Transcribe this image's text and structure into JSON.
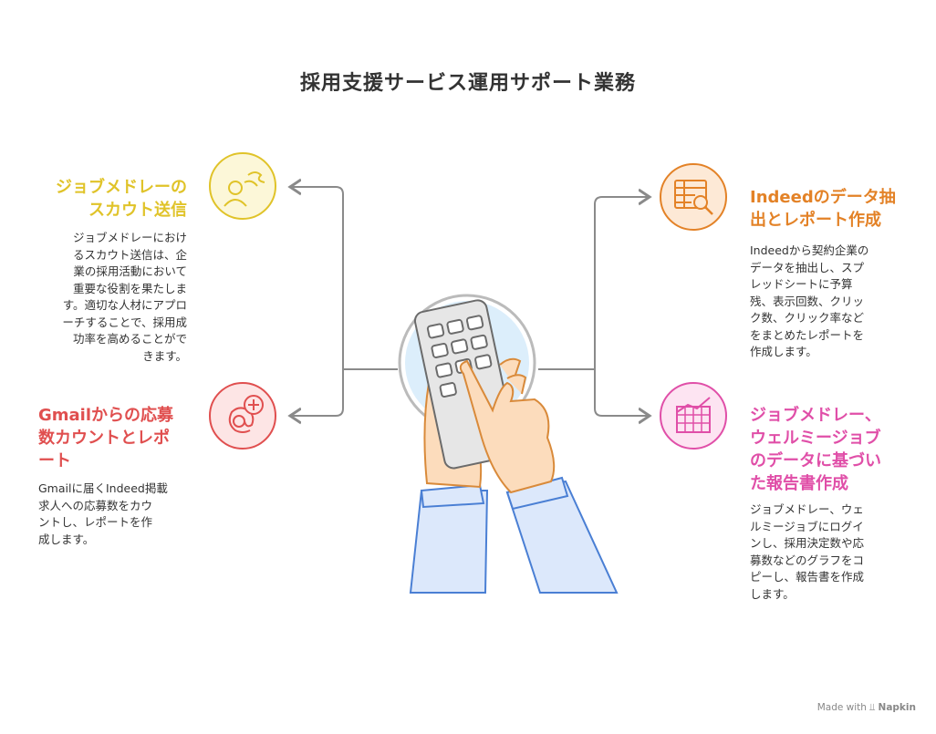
{
  "title": "採用支援サービス運用サポート業務",
  "items": [
    {
      "heading_lines": [
        "ジョブメドレーの",
        "スカウト送信"
      ],
      "description_lines": [
        "ジョブメドレーにおけ",
        "るスカウト送信は、企",
        "業の採用活動において",
        "重要な役割を果たしま",
        "す。適切な人材にアプロ",
        "ーチすることで、採用成",
        "功率を高めることがで",
        "きます。"
      ],
      "icon": "user-with-signal-icon",
      "color": "#e0c329"
    },
    {
      "heading_lines": [
        "Gmailからの応募",
        "数カウントとレポ",
        "ート"
      ],
      "description_lines": [
        "Gmailに届くIndeed掲載",
        "求人への応募数をカウ",
        "ントし、レポートを作",
        "成します。"
      ],
      "icon": "at-plus-icon",
      "color": "#e04f4f"
    },
    {
      "heading_lines": [
        "Indeedのデータ抽",
        "出とレポート作成"
      ],
      "description_lines": [
        "Indeedから契約企業の",
        "データを抽出し、スプ",
        "レッドシートに予算",
        "残、表示回数、クリッ",
        "ク数、クリック率など",
        "をまとめたレポートを",
        "作成します。"
      ],
      "icon": "table-magnifier-icon",
      "color": "#e38227"
    },
    {
      "heading_lines": [
        "ジョブメドレー、",
        "ウェルミージョブ",
        "のデータに基づい",
        "た報告書作成"
      ],
      "description_lines": [
        "ジョブメドレー、ウェ",
        "ルミージョブにログイ",
        "ンし、採用決定数や応",
        "募数などのグラフをコ",
        "ピーし、報告書を作成",
        "します。"
      ],
      "icon": "chart-grid-icon",
      "color": "#e04fa8"
    }
  ],
  "center_icon": "hand-calculator-icon",
  "footer": {
    "prefix": "Made with",
    "brand": "Napkin"
  }
}
